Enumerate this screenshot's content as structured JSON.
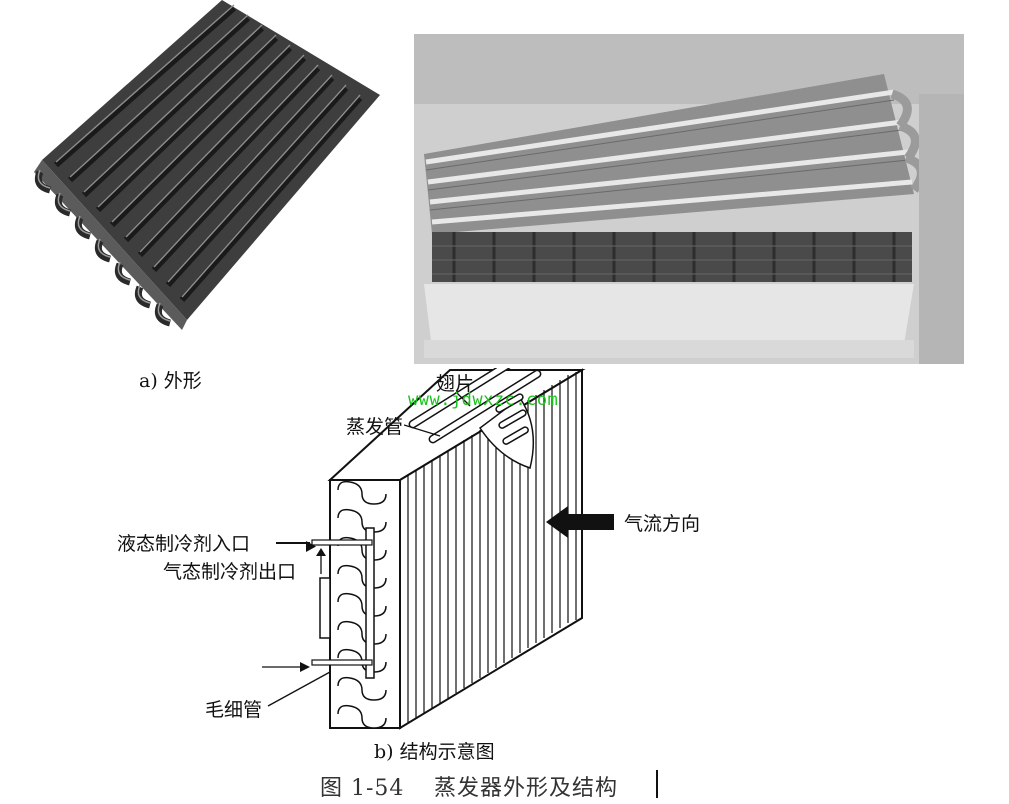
{
  "figure": {
    "caption_number": "图 1-54",
    "caption_title": "蒸发器外形及结构",
    "subcaption_a": "a) 外形",
    "subcaption_b": "b)  结构示意图"
  },
  "watermark": "www.jdwxzc.com",
  "diagram_labels": {
    "fins": "翅片",
    "evaporator_tube": "蒸发管",
    "airflow_direction": "气流方向",
    "liquid_refrigerant_inlet": "液态制冷剂入口",
    "gas_refrigerant_outlet": "气态制冷剂出口",
    "capillary_tube": "毛细管"
  },
  "colors": {
    "watermark": "#19c21b",
    "line": "#111111",
    "photo_bg": "#c9c9c9"
  }
}
